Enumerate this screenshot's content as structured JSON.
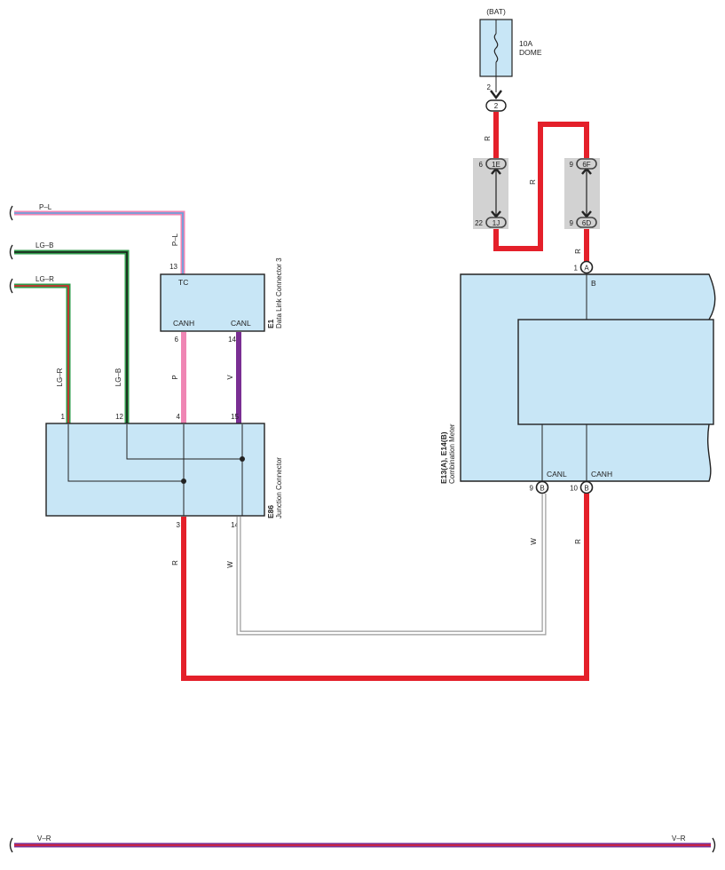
{
  "colors": {
    "box_fill": "#c8e6f6",
    "red": "#e4202a",
    "pink": "#ef86b4",
    "violet": "#7a2f93",
    "blue": "#5aa6e0",
    "green": "#2f9a4a",
    "white_wire": "#999999",
    "connector_bg": "#d2d2d2",
    "connector_dark": "#444444"
  },
  "fuse": {
    "source": "(BAT)",
    "rating": "10A",
    "name": "DOME",
    "pin": "2",
    "connector": "2",
    "wire_color": "R"
  },
  "junction_blocks": {
    "left_top": {
      "pin": "6",
      "label": "1E"
    },
    "left_bottom": {
      "pin": "22",
      "label": "1J"
    },
    "right_top": {
      "pin": "9",
      "label": "6F"
    },
    "right_bottom": {
      "pin": "9",
      "label": "6D"
    },
    "jumper_wire_color": "R",
    "out_wire_color": "R"
  },
  "left_wires": {
    "pl": {
      "color": "P–L",
      "vlabel": "P–L"
    },
    "lgb": {
      "color": "LG–B",
      "vlabel": "LG–B"
    },
    "lgr": {
      "color": "LG–R",
      "vlabel": "LG–R"
    }
  },
  "dlc3": {
    "code": "E1",
    "name": "Data Link Connector 3",
    "tc_label": "TC",
    "tc_pin": "13",
    "canh_label": "CANH",
    "canh_pin": "6",
    "canh_wire": "P",
    "canl_label": "CANL",
    "canl_pin": "14",
    "canl_wire": "V"
  },
  "junction_connector": {
    "code": "E86",
    "name": "Junction Connector",
    "pins_top": [
      "1",
      "12",
      "4",
      "15"
    ],
    "pin_bottom_left": "3",
    "pin_bottom_right": "14",
    "wire_bottom_left": "R",
    "wire_bottom_right": "W"
  },
  "meter": {
    "code": "E13(A), E14(B)",
    "name": "Combination Meter",
    "power_pin": "1",
    "power_conn": "A",
    "power_label": "B",
    "canl_label": "CANL",
    "canl_pin": "9",
    "canl_conn": "B",
    "canl_wire": "W",
    "canh_label": "CANH",
    "canh_pin": "10",
    "canh_conn": "B",
    "canh_wire": "R"
  },
  "bottom_wire": {
    "left_label": "V–R",
    "right_label": "V–R"
  }
}
